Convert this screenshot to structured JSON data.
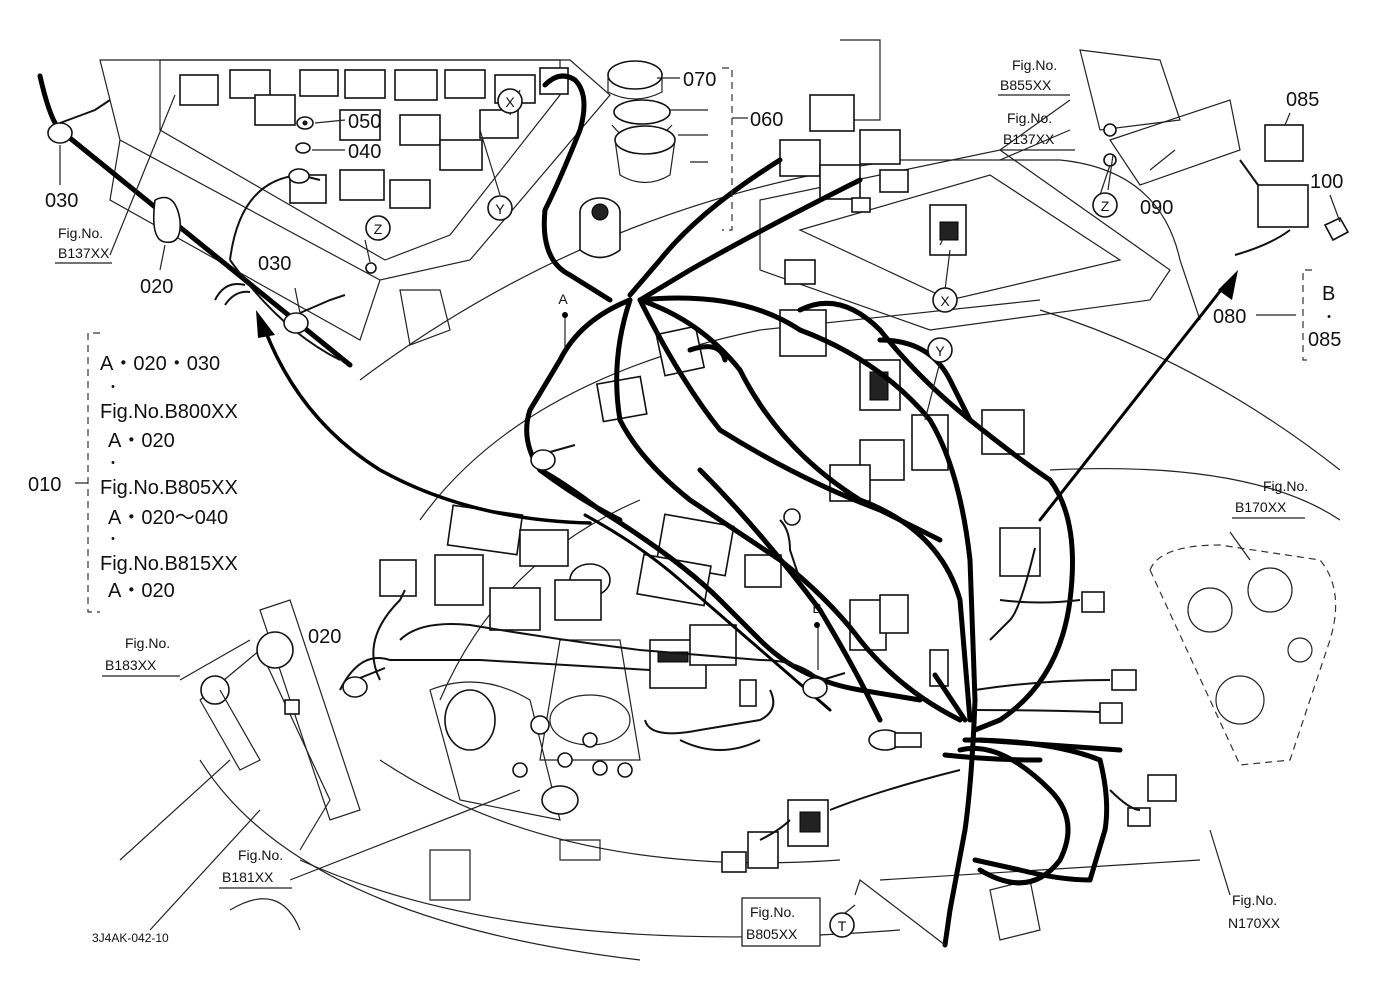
{
  "drawing_id": "3J4AK-042-10",
  "callouts": {
    "p010": "010",
    "p020a": "020",
    "p020b": "020",
    "p030a": "030",
    "p030b": "030",
    "p040": "040",
    "p050": "050",
    "p060": "060",
    "p070": "070",
    "p080": "080",
    "p085": "085",
    "p090": "090",
    "p100": "100"
  },
  "markers": {
    "X": "X",
    "Y": "Y",
    "Z": "Z",
    "A": "A",
    "B": "B",
    "T": "T"
  },
  "fig_refs": {
    "fig_prefix": "Fig.No.",
    "b137_top": "B137XX",
    "b855": "B855XX",
    "b137_right": "B137XX",
    "b170": "B170XX",
    "b183": "B183XX",
    "b181": "B181XX",
    "b805": "B805XX",
    "n170": "N170XX"
  },
  "legend_010": {
    "line1": "A・020・030",
    "dot1": "・",
    "line2": "Fig.No.B800XX",
    "line3": "A・020",
    "dot2": "・",
    "line4": "Fig.No.B805XX",
    "line5": "A・020～040",
    "dot3": "・",
    "line6": "Fig.No.B815XX",
    "line7": "A・020"
  },
  "legend_080": {
    "line1": "B",
    "dot": "・",
    "line2": "085"
  }
}
